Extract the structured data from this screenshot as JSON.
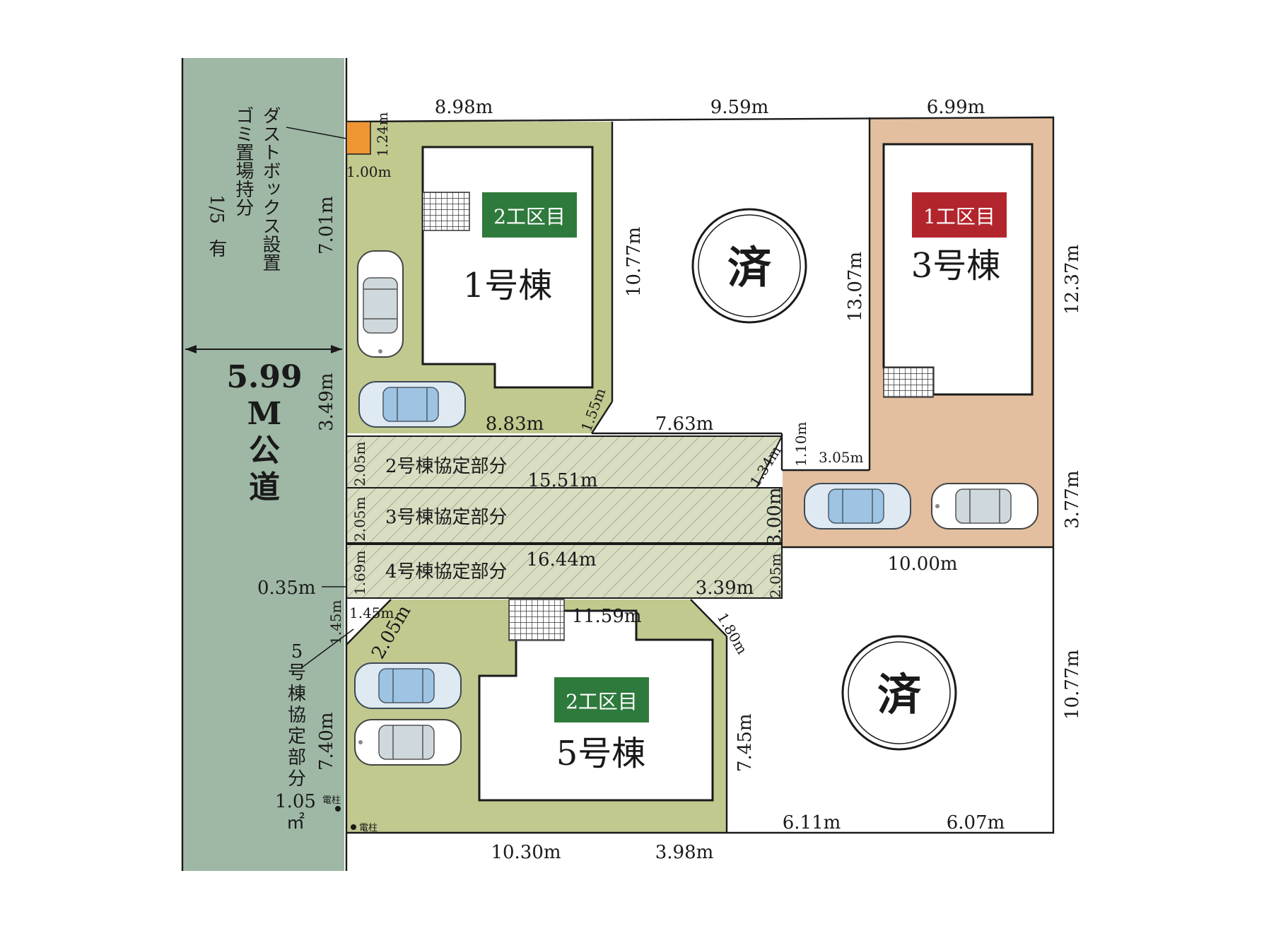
{
  "colors": {
    "road": "#9fb8a6",
    "lot_green": "#c2c98e",
    "lot_tan": "#e3bf9f",
    "easement": "#d9ddc2",
    "dust_box": "#ee9633",
    "tag_green": "#2e7a3c",
    "tag_red": "#b3252d"
  },
  "road": {
    "width_value": "5.99",
    "width_unit": "M",
    "name": "公道",
    "seg_top": "7.01m",
    "seg_mid": "3.49m",
    "offset": "0.35m",
    "seg_bottom": "7.40m"
  },
  "dust_box": {
    "note_line1": "ダストボックス設置",
    "note_line2": "ゴミ置場持分",
    "note_line3": "1/5",
    "note_line4": "有",
    "dim_w": "1.00m",
    "dim_h": "1.24m"
  },
  "poles": [
    {
      "label": "電柱"
    },
    {
      "label": "電柱"
    }
  ],
  "easement_5": {
    "label_chars": [
      "5",
      "号",
      "棟",
      "協",
      "定",
      "部",
      "分"
    ],
    "area": "1.05",
    "area_unit": "㎡"
  },
  "buildings": {
    "b1": {
      "name": "1号棟",
      "tag": "2工区目"
    },
    "b3": {
      "name": "3号棟",
      "tag": "1工区目"
    },
    "b5": {
      "name": "5号棟",
      "tag": "2工区目"
    },
    "sold_mark": "済"
  },
  "easements": {
    "e2": "2号棟協定部分",
    "e3": "3号棟協定部分",
    "e4": "4号棟協定部分"
  },
  "dimensions": {
    "top_lot1": "8.98m",
    "top_lot2": "9.59m",
    "top_lot3": "6.99m",
    "lot1_right": "10.77m",
    "lot2_right": "13.07m",
    "lot3_right": "12.37m",
    "lot1_bottom": "8.83m",
    "lot1_corner": "1.55m",
    "lot2_bottom": "7.63m",
    "lot2_step_v": "1.10m",
    "lot2_step_h": "3.05m",
    "e2_left": "2.05m",
    "e2_length": "15.51m",
    "e2_corner": "1.34m",
    "e3_left": "2.05m",
    "e3_right": "3.00m",
    "lot3_lower_right": "3.77m",
    "lot3_bottom": "10.00m",
    "e4_left": "1.69m",
    "e4_length": "16.44m",
    "e4_end": "3.39m",
    "e4_right": "2.05m",
    "lot5_top": "11.59m",
    "lot5_corner_left": "2.05m",
    "lot5_corner_left_v": "1.45m",
    "lot5_corner_left_h": "1.45m",
    "lot5_corner_right": "1.80m",
    "lot5_right": "7.45m",
    "lot4_right": "10.77m",
    "lot4_bottom_left": "6.11m",
    "lot4_bottom_right": "6.07m",
    "lot5_bottom_left": "10.30m",
    "lot5_bottom_right": "3.98m"
  }
}
